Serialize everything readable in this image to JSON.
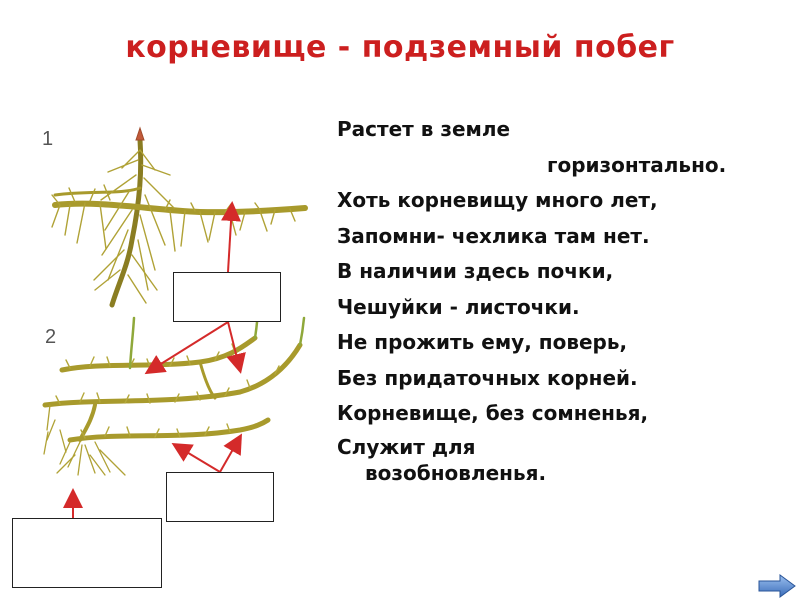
{
  "slide": {
    "title": "корневище - подземный побег",
    "figure_labels": [
      "1",
      "2"
    ],
    "poem_lines": [
      "Растет в земле",
      "горизонтально.",
      "Хоть корневищу много лет,",
      "Запомни- чехлика там нет.",
      "В наличии здесь почки,",
      "Чешуйки - листочки.",
      "Не прожить ему, поверь,",
      "Без придаточных корней.",
      "Корневище, без сомненья,",
      "Служит для",
      "возобновленья."
    ]
  },
  "colors": {
    "title": "#cc1f1f",
    "arrow": "#d42a2a",
    "plant": "#a89a2c",
    "plant_dark": "#7a6e1e",
    "nav": "#4a7cc4"
  },
  "icons": {
    "nav": "arrow-right-icon"
  }
}
